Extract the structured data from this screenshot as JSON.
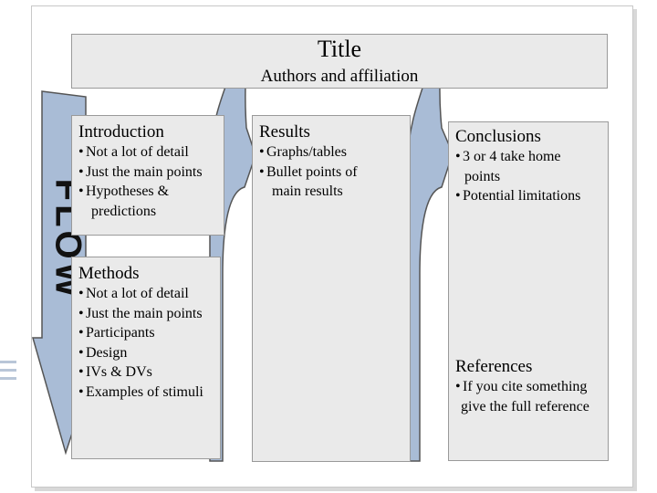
{
  "title": "Title",
  "authors": "Authors and affiliation",
  "flow_label": "FLOW",
  "sections": {
    "introduction": {
      "heading": "Introduction",
      "items": [
        "Not a lot of detail",
        "Just the main points",
        "Hypotheses &",
        "predictions"
      ]
    },
    "methods": {
      "heading": "Methods",
      "items": [
        "Not a lot of detail",
        "Just the main points",
        "Participants",
        "Design",
        "IVs & DVs",
        "Examples of stimuli"
      ]
    },
    "results": {
      "heading": "Results",
      "items": [
        "Graphs/tables",
        "Bullet points of",
        "main results"
      ]
    },
    "conclusions": {
      "heading": "Conclusions",
      "items": [
        "3 or 4 take home",
        "points",
        "Potential limitations"
      ]
    },
    "references": {
      "heading": "References",
      "items": [
        "If you cite something",
        "give the full reference"
      ]
    }
  },
  "colors": {
    "box_fill": "#eaeaea",
    "arrow_fill": "#a9bcd6",
    "arrow_stroke": "#555555"
  }
}
